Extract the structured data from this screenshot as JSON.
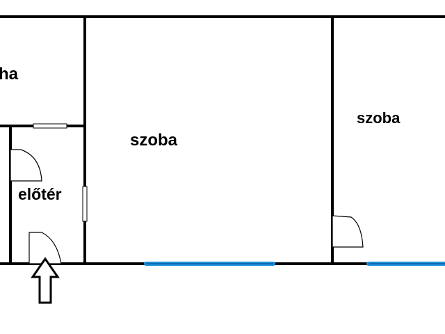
{
  "rooms": {
    "kitchen_partial": "ha",
    "room_center": "szoba",
    "room_right": "szoba",
    "hall": "előtér"
  },
  "icons": {
    "entrance": "up-arrow-icon",
    "door": "door-swing-icon",
    "window": "window-icon"
  },
  "colors": {
    "wall": "#000000",
    "window": "#1e90d8",
    "background": "#ffffff"
  }
}
